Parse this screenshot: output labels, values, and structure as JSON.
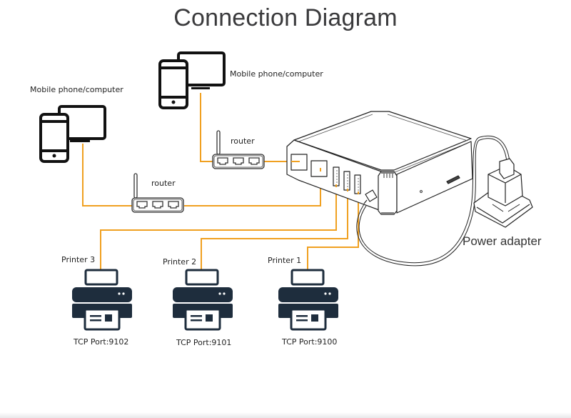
{
  "title": "Connection Diagram",
  "colors": {
    "cable": "#f0a020",
    "icon_dark": "#1e2d3d",
    "outline": "#111111",
    "text": "#222222"
  },
  "devices": {
    "mobile_computer_1": {
      "label": "Mobile phone/computer",
      "icon": "phone-monitor-icon"
    },
    "mobile_computer_2": {
      "label": "Mobile phone/computer",
      "icon": "phone-monitor-icon"
    },
    "router_1": {
      "label": "router",
      "icon": "router-icon"
    },
    "router_2": {
      "label": "router",
      "icon": "router-icon"
    },
    "print_server": {
      "icon": "print-server-box-icon"
    },
    "power_adapter": {
      "label": "Power adapter",
      "icon": "power-adapter-icon"
    }
  },
  "printers": [
    {
      "name": "Printer 3",
      "port": "TCP Port:9102"
    },
    {
      "name": "Printer 2",
      "port": "TCP Port:9101"
    },
    {
      "name": "Printer 1",
      "port": "TCP Port:9100"
    }
  ]
}
